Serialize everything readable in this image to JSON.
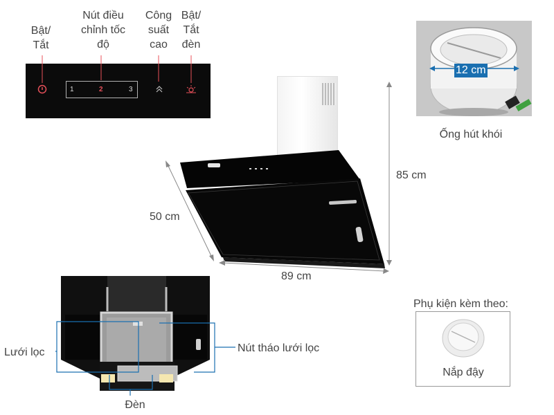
{
  "labels": {
    "power": "Bật/\nTắt",
    "speed_buttons": "Nút điều\nchỉnh tốc\nđộ",
    "high_power": "Công\nsuất\ncao",
    "light_toggle": "Bật/\nTắt\nđèn",
    "exhaust_pipe": "Ống hút khói",
    "height": "85 cm",
    "depth": "50 cm",
    "width": "89 cm",
    "pipe_diameter": "12 cm",
    "accessories_title": "Phụ kiện kèm theo:",
    "cap": "Nắp đậy",
    "filter": "Lưới lọc",
    "filter_release": "Nút tháo lưới lọc",
    "lamp": "Đèn"
  },
  "panel": {
    "speeds": [
      "1",
      "2",
      "3"
    ]
  },
  "colors": {
    "accent_red": "#e8505a",
    "callout_blue": "#1a6fb0",
    "glass": "#0b0b0b"
  },
  "icons": [
    "power-icon",
    "chevron-up-icon",
    "lightbulb-icon"
  ]
}
